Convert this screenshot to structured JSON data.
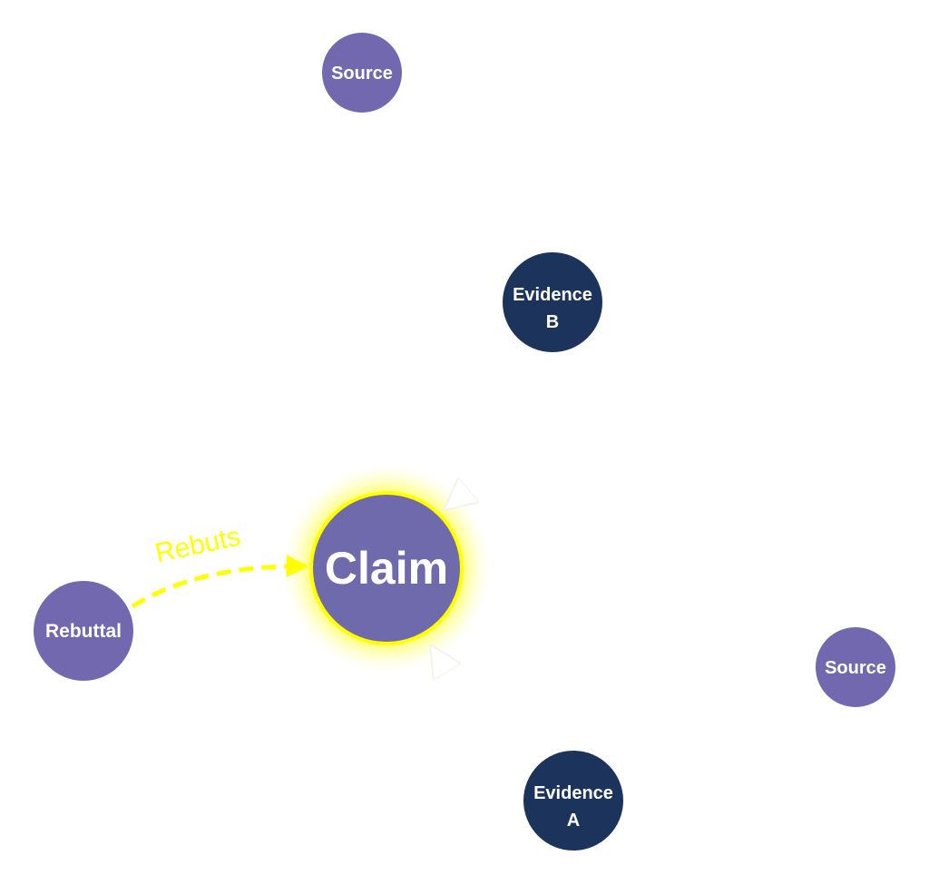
{
  "colors": {
    "claim_fill": "#6f6aab",
    "source_fill": "#7268b0",
    "rebuttal_fill": "#7268b0",
    "evidence_fill": "#1c345c",
    "highlight": "#ffff00",
    "edge_white": "#ffffff",
    "text": "#ffffff",
    "background": "#ffffff"
  },
  "nodes": [
    {
      "id": "source-top",
      "label_lines": [
        "Source"
      ],
      "type": "source",
      "highlighted": false
    },
    {
      "id": "evidence-b",
      "label_lines": [
        "Evidence",
        "B"
      ],
      "type": "evidence",
      "highlighted": false
    },
    {
      "id": "claim",
      "label_lines": [
        "Claim"
      ],
      "type": "claim",
      "highlighted": true
    },
    {
      "id": "rebuttal",
      "label_lines": [
        "Rebuttal"
      ],
      "type": "rebuttal",
      "highlighted": false
    },
    {
      "id": "source-right",
      "label_lines": [
        "Source"
      ],
      "type": "source",
      "highlighted": false
    },
    {
      "id": "evidence-a",
      "label_lines": [
        "Evidence",
        "A"
      ],
      "type": "evidence",
      "highlighted": false
    }
  ],
  "edges": [
    {
      "from": "rebuttal",
      "to": "claim",
      "label": "Rebuts",
      "style": "dashed",
      "highlighted": true
    },
    {
      "from": "evidence-b",
      "to": "claim",
      "label": "",
      "style": "solid",
      "highlighted": false
    },
    {
      "from": "evidence-a",
      "to": "claim",
      "label": "",
      "style": "solid",
      "highlighted": false
    }
  ]
}
